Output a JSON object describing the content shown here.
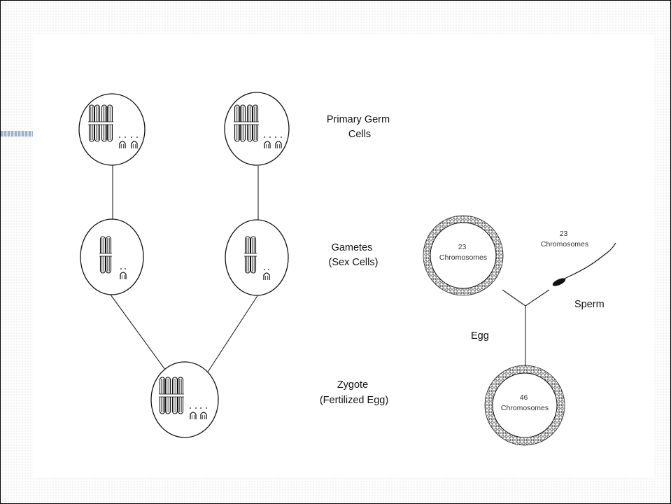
{
  "labels": {
    "primary_germ_cells": [
      "Primary Germ",
      "Cells"
    ],
    "gametes": [
      "Gametes",
      "(Sex Cells)"
    ],
    "zygote": [
      "Zygote",
      "(Fertilized Egg)"
    ]
  },
  "right_diagram": {
    "egg_count": [
      "23",
      "Chromosomes"
    ],
    "sperm_count": [
      "23",
      "Chromosomes"
    ],
    "result_count": [
      "46",
      "Chromosomes"
    ],
    "egg_label": "Egg",
    "sperm_label": "Sperm"
  }
}
